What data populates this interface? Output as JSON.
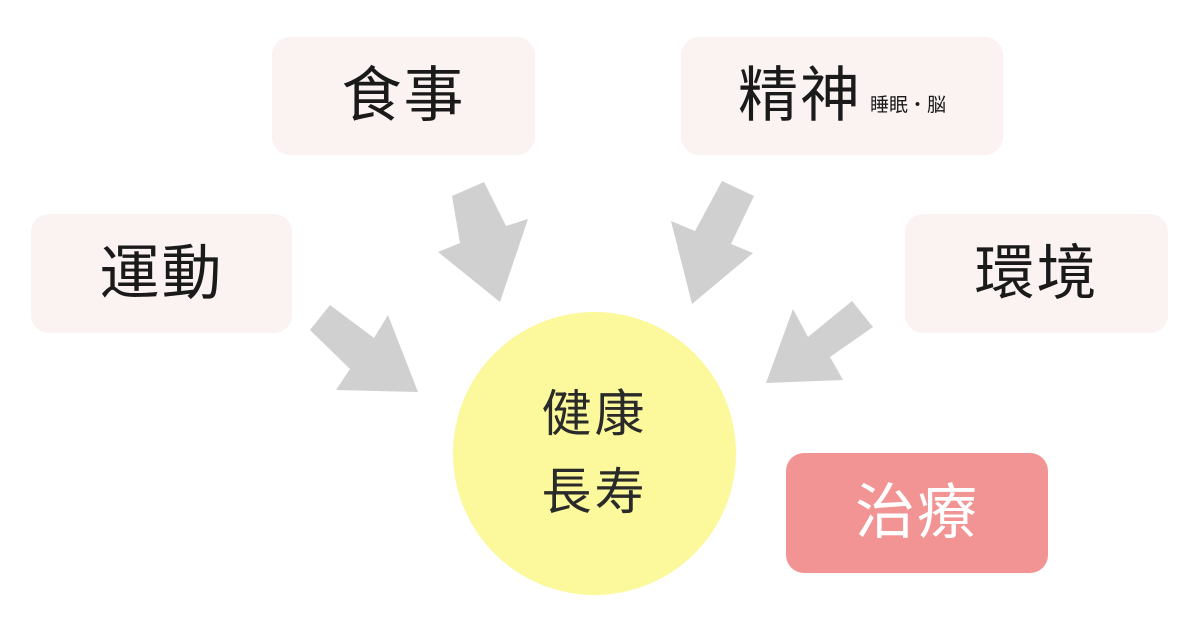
{
  "diagram": {
    "center": {
      "line1": "健康",
      "line2": "長寿"
    },
    "factors": {
      "food": "食事",
      "mind": "精神",
      "mind_note": "睡眠・脳",
      "exercise": "運動",
      "environment": "環境",
      "treatment": "治療"
    },
    "colors": {
      "factor_box": "#fbf2f2",
      "treatment_box": "#f39494",
      "center_circle": "#fbf99b",
      "arrow": "#d0d0d0",
      "text": "#1a1a1a"
    }
  }
}
